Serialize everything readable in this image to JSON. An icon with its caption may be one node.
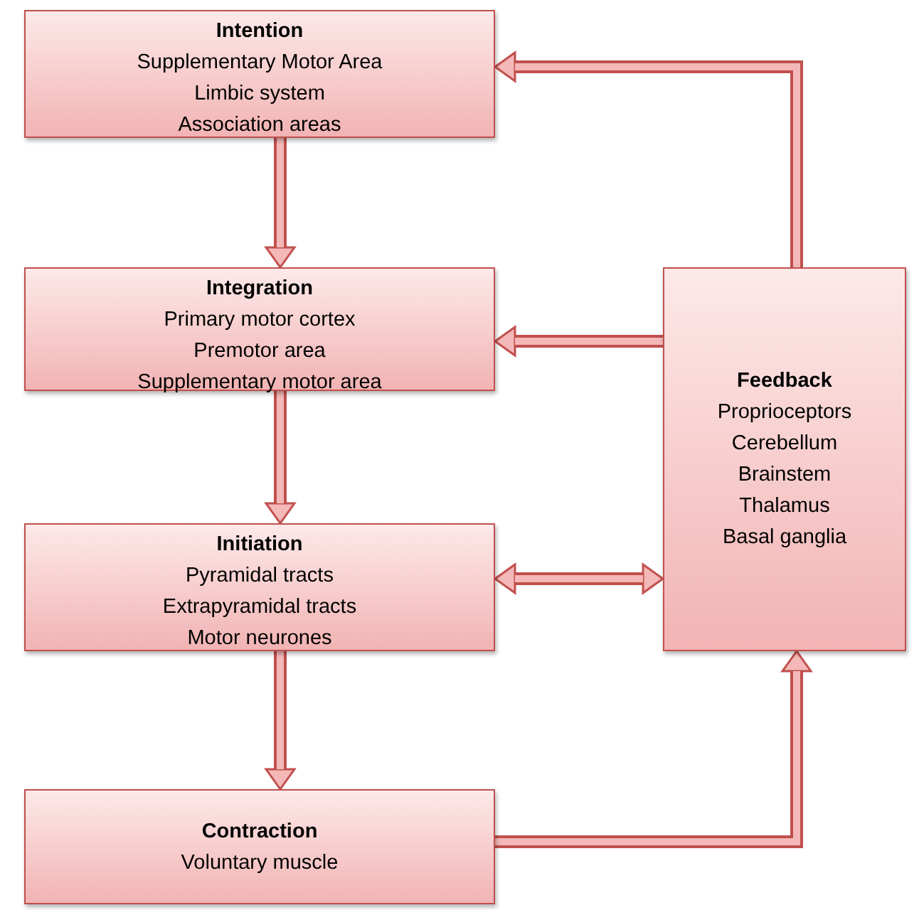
{
  "diagram": {
    "nodes": [
      {
        "text": [
          "Intention",
          "Supplementary Motor Area",
          "Limbic system",
          "Association areas"
        ]
      },
      {
        "text": [
          "Integration",
          "Primary motor cortex",
          "Premotor area",
          "Supplementary motor area"
        ]
      },
      {
        "text": [
          "Initiation",
          "Pyramidal tracts",
          "Extrapyramidal tracts",
          "Motor neurones"
        ]
      },
      {
        "text": [
          "Contraction",
          "Voluntary muscle"
        ]
      },
      {
        "text": [
          "Feedback",
          "Proprioceptors",
          "Cerebellum",
          "Brainstem",
          "Thalamus",
          "Basal ganglia"
        ]
      }
    ],
    "edges": [
      {
        "from": 0,
        "to": 1,
        "arrow": "to"
      },
      {
        "from": 1,
        "to": 2,
        "arrow": "to"
      },
      {
        "from": 2,
        "to": 3,
        "arrow": "to"
      },
      {
        "from": 4,
        "to": 0,
        "arrow": "to"
      },
      {
        "from": 4,
        "to": 1,
        "arrow": "to"
      },
      {
        "from": 2,
        "to": 4,
        "arrow": "both"
      },
      {
        "from": 3,
        "to": 4,
        "arrow": "to"
      }
    ]
  }
}
